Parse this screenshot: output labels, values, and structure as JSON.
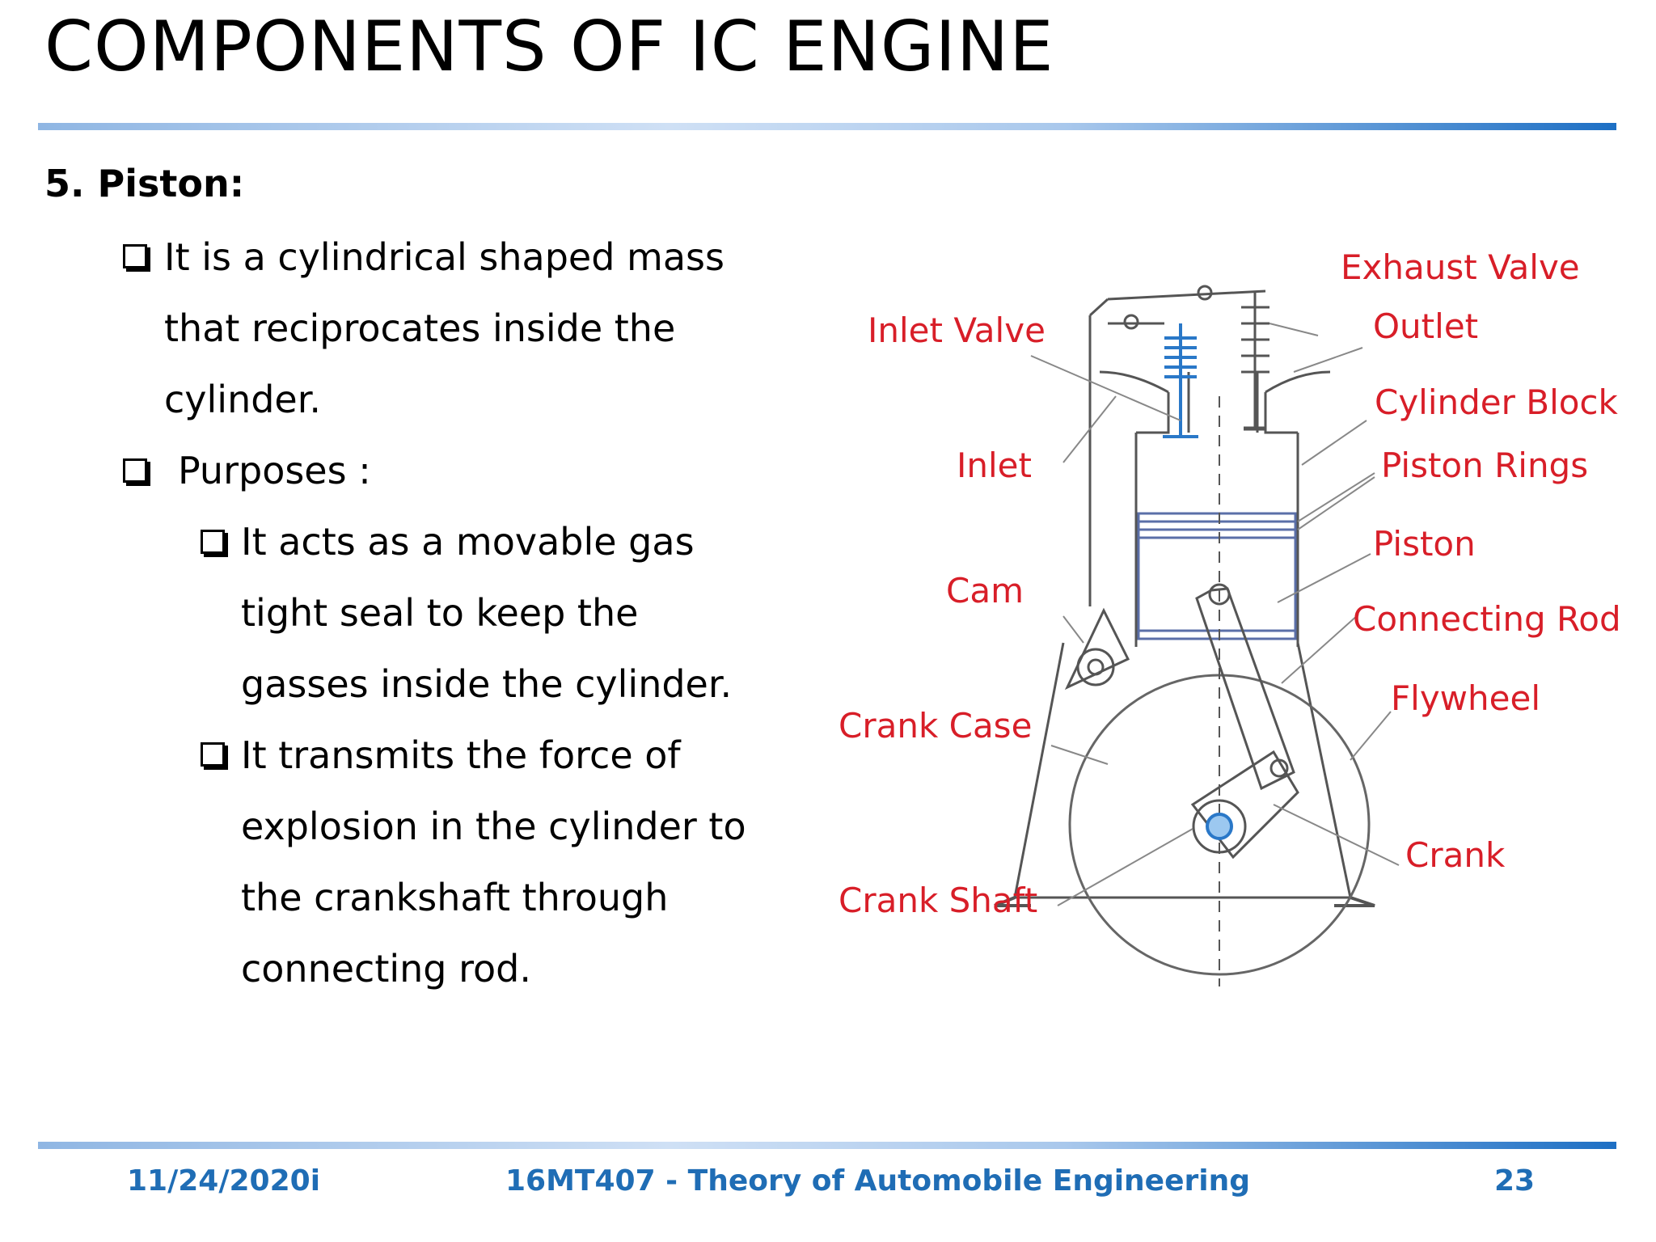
{
  "slide": {
    "title": "COMPONENTS OF IC ENGINE",
    "heading": "5. Piston:",
    "bullets": {
      "b1_l1": "It is a cylindrical shaped mass",
      "b1_l2": "that reciprocates inside the",
      "b1_l3": "cylinder.",
      "b2": "Purposes :",
      "b3_l1": "It acts as a movable gas",
      "b3_l2": "tight seal to keep the",
      "b3_l3": "gasses inside the cylinder.",
      "b4_l1": "It transmits the force of",
      "b4_l2": "explosion in the cylinder to",
      "b4_l3": "the crankshaft through",
      "b4_l4": "connecting rod."
    }
  },
  "diagram": {
    "label_color": "#d81e28",
    "labels": {
      "exhaust_valve": "Exhaust Valve",
      "outlet": "Outlet",
      "inlet_valve": "Inlet Valve",
      "cylinder_block": "Cylinder Block",
      "inlet": "Inlet",
      "piston_rings": "Piston Rings",
      "piston": "Piston",
      "cam": "Cam",
      "connecting_rod": "Connecting Rod",
      "flywheel": "Flywheel",
      "crank_case": "Crank Case",
      "crank": "Crank",
      "crank_shaft": "Crank Shaft"
    }
  },
  "footer": {
    "date": "11/24/2020i",
    "course": "16MT407 - Theory of Automobile Engineering",
    "page": "23",
    "color": "#1f6db5"
  }
}
